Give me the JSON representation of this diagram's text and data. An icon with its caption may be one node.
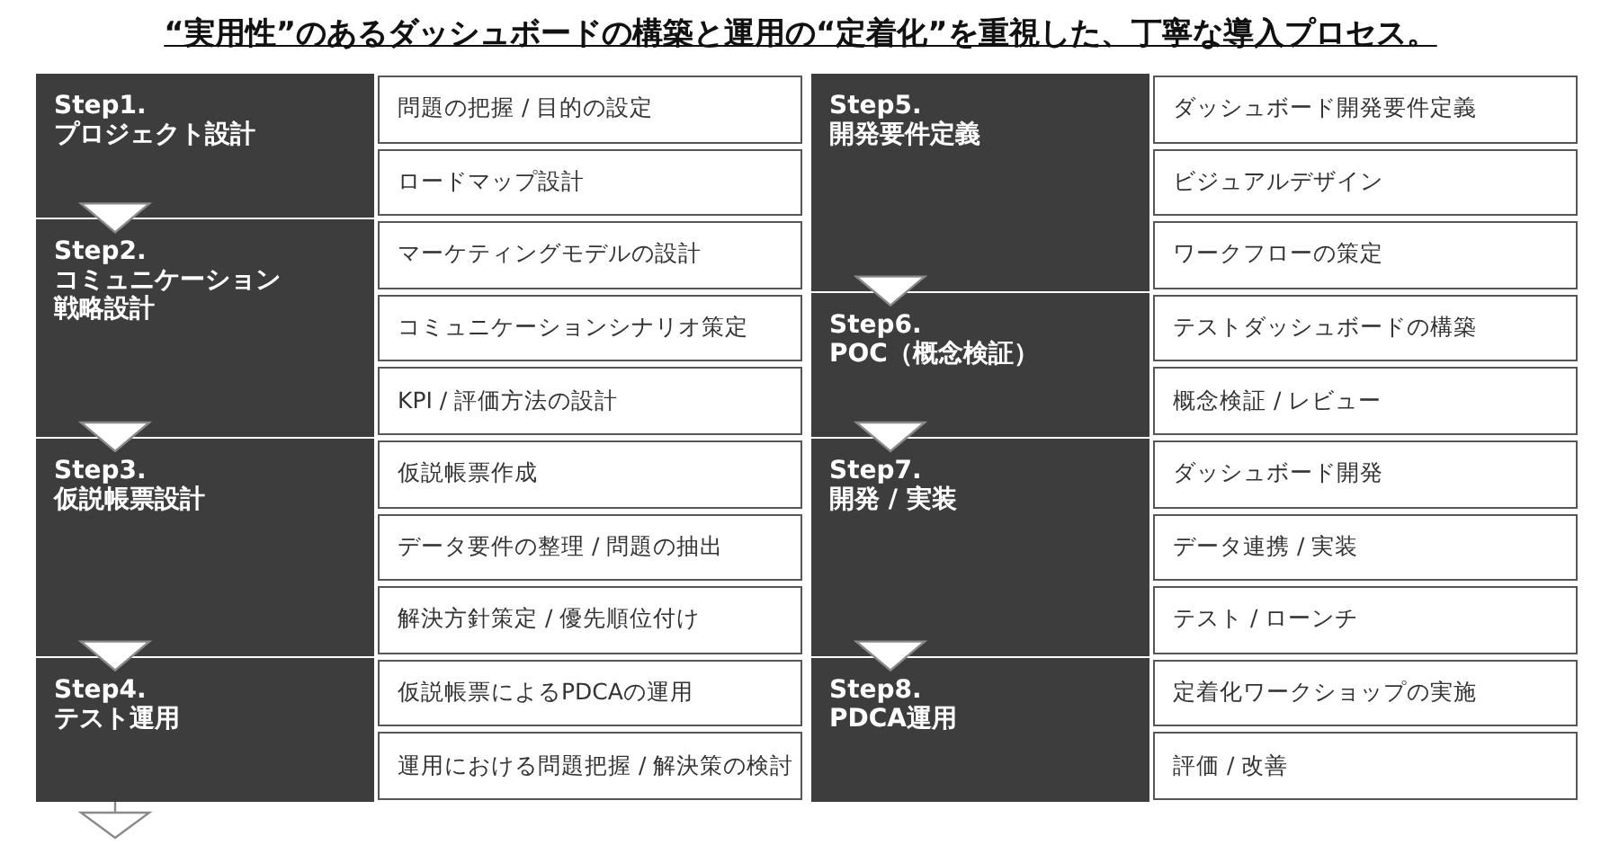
{
  "diagram": {
    "title": "“実用性”のあるダッシュボードの構築と運用の“定着化”を重視した、丁寧な導入プロセス。",
    "nodes": [
      {
        "text": [
          "Step1.",
          "プロジェクト設計"
        ]
      },
      {
        "text": [
          "問題の把握 / 目的の設定"
        ]
      },
      {
        "text": [
          "ロードマップ設計"
        ]
      },
      {
        "text": [
          "Step2.",
          "コミュニケーション戦略設計"
        ]
      },
      {
        "text": [
          "マーケティングモデルの設計"
        ]
      },
      {
        "text": [
          "コミュニケーションシナリオ策定"
        ]
      },
      {
        "text": [
          "KPI / 評価方法の設計"
        ]
      },
      {
        "text": [
          "Step3.",
          "仮説帳票設計"
        ]
      },
      {
        "text": [
          "仮説帳票作成"
        ]
      },
      {
        "text": [
          "データ要件の整理 / 問題の抽出"
        ]
      },
      {
        "text": [
          "解決方針策定 / 優先順位付け"
        ]
      },
      {
        "text": [
          "Step4.",
          "テスト運用"
        ]
      },
      {
        "text": [
          "仮説帳票によるPDCAの運用"
        ]
      },
      {
        "text": [
          "運用における問題把握 / 解決策の検討"
        ]
      },
      {
        "text": [
          "Step5.",
          "開発要件定義"
        ]
      },
      {
        "text": [
          "ダッシュボード開発要件定義"
        ]
      },
      {
        "text": [
          "ビジュアルデザイン"
        ]
      },
      {
        "text": [
          "ワークフローの策定"
        ]
      },
      {
        "text": [
          "Step6.",
          "POC（概念検証）"
        ]
      },
      {
        "text": [
          "テストダッシュボードの構築"
        ]
      },
      {
        "text": [
          "概念検証 / レビュー"
        ]
      },
      {
        "text": [
          "Step7.",
          "開発 / 実装"
        ]
      },
      {
        "text": [
          "ダッシュボード開発"
        ]
      },
      {
        "text": [
          "データ連携 / 実装"
        ]
      },
      {
        "text": [
          "テスト / ローンチ"
        ]
      },
      {
        "text": [
          "Step8.",
          "PDCA運用"
        ]
      },
      {
        "text": [
          "定着化ワークショップの実施"
        ]
      },
      {
        "text": [
          "評価 / 改善"
        ]
      }
    ],
    "edges": [
      {
        "from": 0,
        "to": 3,
        "arrow": "to"
      },
      {
        "from": 3,
        "to": 7,
        "arrow": "to"
      },
      {
        "from": 7,
        "to": 11,
        "arrow": "to"
      },
      {
        "from": 11,
        "to": null,
        "arrow": "to"
      },
      {
        "from": 14,
        "to": 18,
        "arrow": "to"
      },
      {
        "from": 18,
        "to": 21,
        "arrow": "to"
      },
      {
        "from": 21,
        "to": 25,
        "arrow": "to"
      }
    ]
  }
}
